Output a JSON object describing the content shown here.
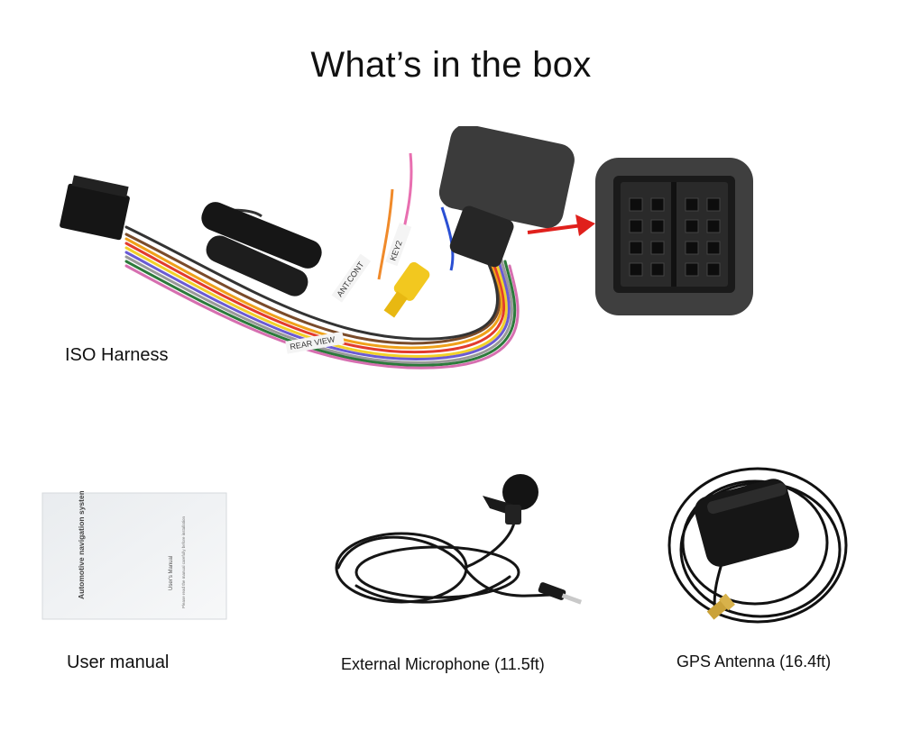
{
  "title": "What’s in the box",
  "items": {
    "iso_harness": {
      "label": "ISO Harness",
      "wire_tags": [
        "KEY2",
        "ANT.CONT",
        "REAR VIEW"
      ]
    },
    "user_manual": {
      "label": "User manual",
      "cover_title": "Automotive navigation systems",
      "cover_subtitle": "User's Manual",
      "cover_note": "Please read the manual carefully before installation"
    },
    "microphone": {
      "label": "External Microphone (11.5ft)"
    },
    "gps_antenna": {
      "label": "GPS Antenna (16.4ft)"
    }
  },
  "colors": {
    "arrow": "#e0201c",
    "foam": "#3f3f3f",
    "text": "#111111"
  }
}
